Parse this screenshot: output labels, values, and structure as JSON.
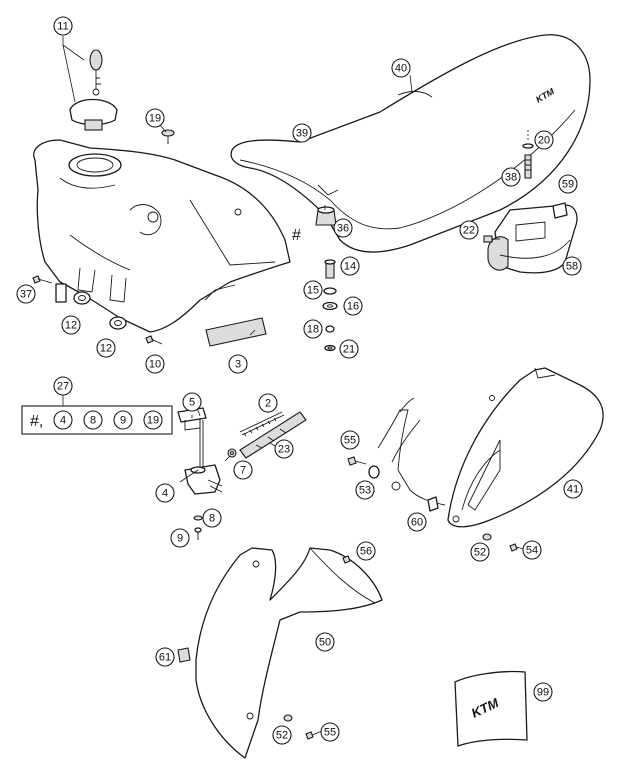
{
  "callouts": [
    {
      "id": "c11",
      "label": "11"
    },
    {
      "id": "c19",
      "label": "19"
    },
    {
      "id": "c40",
      "label": "40"
    },
    {
      "id": "c39",
      "label": "39"
    },
    {
      "id": "c20",
      "label": "20"
    },
    {
      "id": "c38",
      "label": "38"
    },
    {
      "id": "c59",
      "label": "59"
    },
    {
      "id": "c22",
      "label": "22"
    },
    {
      "id": "c58",
      "label": "58"
    },
    {
      "id": "c36",
      "label": "36"
    },
    {
      "id": "c14",
      "label": "14"
    },
    {
      "id": "c15",
      "label": "15"
    },
    {
      "id": "c16",
      "label": "16"
    },
    {
      "id": "c18",
      "label": "18"
    },
    {
      "id": "c21",
      "label": "21"
    },
    {
      "id": "c37",
      "label": "37"
    },
    {
      "id": "c12a",
      "label": "12"
    },
    {
      "id": "c12b",
      "label": "12"
    },
    {
      "id": "c10",
      "label": "10"
    },
    {
      "id": "c3",
      "label": "3"
    },
    {
      "id": "c27",
      "label": "27"
    },
    {
      "id": "c5",
      "label": "5"
    },
    {
      "id": "c2",
      "label": "2"
    },
    {
      "id": "c23",
      "label": "23"
    },
    {
      "id": "c7",
      "label": "7"
    },
    {
      "id": "c4",
      "label": "4"
    },
    {
      "id": "c8",
      "label": "8"
    },
    {
      "id": "c9",
      "label": "9"
    },
    {
      "id": "c55a",
      "label": "55"
    },
    {
      "id": "c53",
      "label": "53"
    },
    {
      "id": "c41",
      "label": "41"
    },
    {
      "id": "c60",
      "label": "60"
    },
    {
      "id": "c52a",
      "label": "52"
    },
    {
      "id": "c54",
      "label": "54"
    },
    {
      "id": "c56",
      "label": "56"
    },
    {
      "id": "c50",
      "label": "50"
    },
    {
      "id": "c61",
      "label": "61"
    },
    {
      "id": "c99",
      "label": "99"
    },
    {
      "id": "c52b",
      "label": "52"
    },
    {
      "id": "c55b",
      "label": "55"
    }
  ],
  "hash_label": "#",
  "kit": {
    "prefix": "#,",
    "items": [
      {
        "label": "4"
      },
      {
        "label": "8"
      },
      {
        "label": "9"
      },
      {
        "label": "19"
      }
    ]
  },
  "brand_marks": {
    "seat_logo": "KTM",
    "sticker_logo": "KTM"
  },
  "colors": {
    "line": "#1a1a1a",
    "background": "#ffffff",
    "shade": "#dcdcdc"
  }
}
